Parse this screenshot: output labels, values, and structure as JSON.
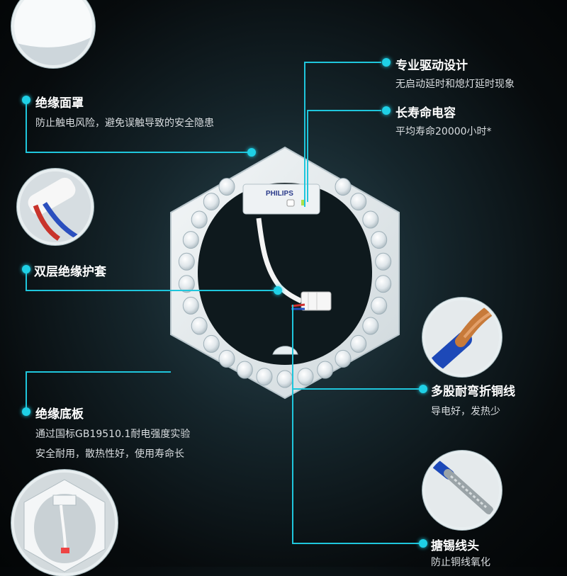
{
  "callouts": {
    "driver": {
      "title": "专业驱动设计",
      "desc": "无启动延时和熄灯延时现象"
    },
    "capacitor": {
      "title": "长寿命电容",
      "desc": "平均寿命20000小时*"
    },
    "cover": {
      "title": "绝缘面罩",
      "desc": "防止触电风险，避免误触导致的安全隐患"
    },
    "sleeve": {
      "title": "双层绝缘护套"
    },
    "base": {
      "title": "绝缘底板",
      "desc1": "通过国标GB19510.1耐电强度实验",
      "desc2": "安全耐用，散热性好，使用寿命长"
    },
    "copper": {
      "title": "多股耐弯折铜线",
      "desc": "导电好，发热少"
    },
    "tin": {
      "title": "搪锡线头",
      "desc": "防止铜线氧化"
    }
  },
  "product": {
    "brand": "PHILIPS"
  },
  "colors": {
    "accent": "#1fd0e6",
    "background": "#0b1316"
  }
}
